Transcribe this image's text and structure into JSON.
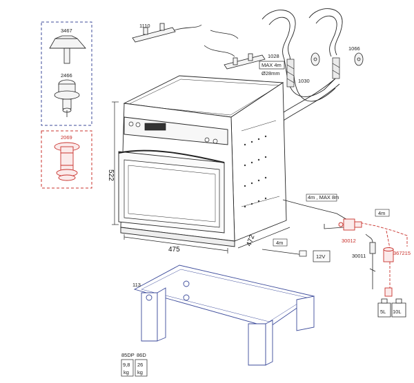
{
  "parts": {
    "roof_cap": "3467",
    "cowl": "2466",
    "adapter": "2069",
    "controls": "1110",
    "exhaust_pipe_a": "1028",
    "exhaust_pipe_b": "1030",
    "exhaust_pipe_c": "1066",
    "valve": "30012",
    "probe": "30011",
    "fitting": "367215",
    "frame": "113"
  },
  "pipe_spec": {
    "max": "MAX 4m",
    "diameter": "Ø28mm"
  },
  "dimensions": {
    "height": "522",
    "width": "475",
    "depth": "472"
  },
  "wiring": {
    "cable_run": "4m , MAX 8m",
    "cable_a": "4m",
    "cable_b": "4m",
    "voltage": "12V"
  },
  "tanks": {
    "small": "5L",
    "large": "10L"
  },
  "weights": {
    "a_model": "85DP",
    "a_value": "9,8",
    "a_unit": "kg",
    "b_model": "86D",
    "b_value": "26",
    "b_unit": "kg"
  },
  "colors": {
    "accent_red": "#c8302b",
    "box_blue": "#3b4a9a",
    "line": "#222222"
  }
}
